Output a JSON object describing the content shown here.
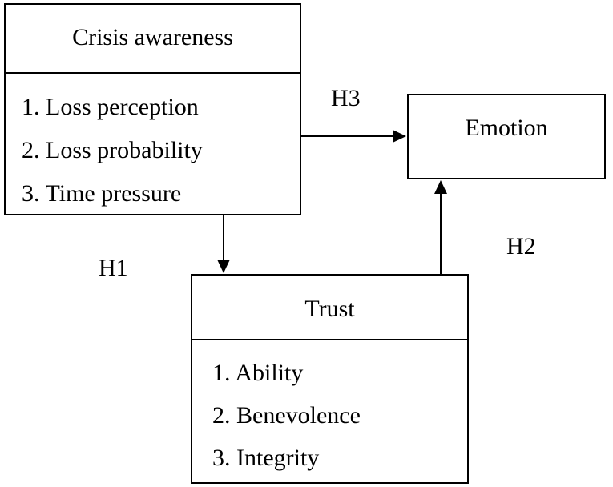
{
  "crisis_awareness": {
    "title": "Crisis awareness",
    "items": [
      "1. Loss perception",
      "2. Loss probability",
      "3. Time pressure"
    ]
  },
  "emotion": {
    "title": "Emotion"
  },
  "trust": {
    "title": "Trust",
    "items": [
      "1. Ability",
      "2. Benevolence",
      "3. Integrity"
    ]
  },
  "hypotheses": {
    "h1": "H1",
    "h2": "H2",
    "h3": "H3"
  }
}
